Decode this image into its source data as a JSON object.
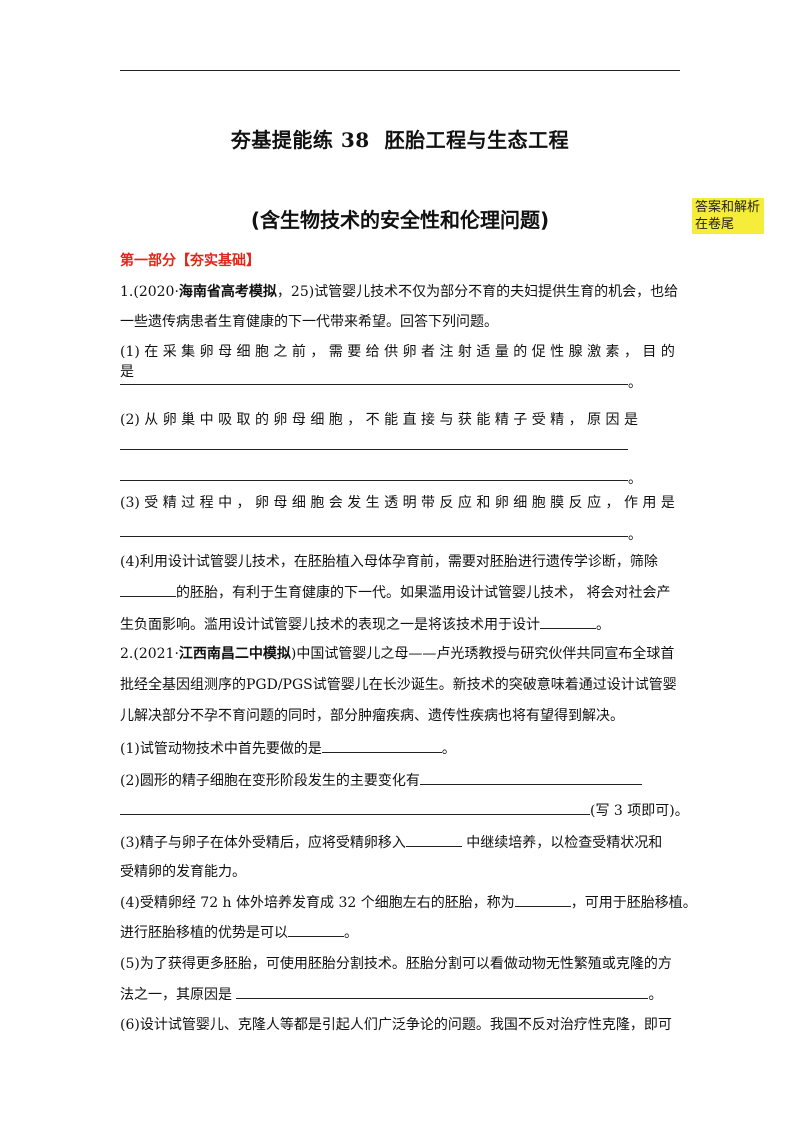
{
  "header": {
    "title_pre": "夯基提能练",
    "title_num": "38",
    "title_post": "胚胎工程与生态工程",
    "subtitle": "(含生物技术的安全性和伦理问题)",
    "side_note": "答案和解析在卷尾"
  },
  "section": "第一部分【夯实基础】",
  "q1": {
    "intro_a": "1.(2020·",
    "intro_src": "海南省高考模拟",
    "intro_b": "，25)试管婴儿技术不仅为部分不育的夫妇提供生育的机会，也给",
    "intro_2": "一些遗传病患者生育健康的下一代带来希望。回答下列问题。",
    "p1": "(1) 在 采 集 卵 母 细 胞 之 前 ， 需 要 给 供 卵 者 注 射 适 量 的 促 性 腺 激 素 ， 目 的 是",
    "p2": "(2) 从 卵 巢 中 吸 取 的 卵 母 细 胞 ， 不 能 直 接 与 获 能 精 子 受 精 ， 原 因 是",
    "p3": "(3) 受 精 过 程 中 ， 卵 母 细 胞 会 发 生 透 明 带 反 应 和 卵 细 胞 膜 反 应 ， 作 用 是",
    "p4_1": "(4)利用设计试管婴儿技术，在胚胎植入母体孕育前，需要对胚胎进行遗传学诊断，筛除",
    "p4_2": "的胚胎，有利于生育健康的下一代。如果滥用设计试管婴儿技术， 将会对社会产",
    "p4_3": "生负面影响。滥用设计试管婴儿技术的表现之一是将该技术用于设计",
    "period": "。"
  },
  "q2": {
    "intro_a": "2.(2021·",
    "intro_src": "江西南昌二中模拟",
    "intro_b": ")中国试管婴儿之母——卢光琇教授与研究伙伴共同宣布全球首",
    "intro_2": "批经全基因组测序的PGD/PGS试管婴儿在长沙诞生。新技术的突破意味着通过设计试管婴",
    "intro_3": "儿解决部分不孕不育问题的同时，部分肿瘤疾病、遗传性疾病也将有望得到解决。",
    "p1": "(1)试管动物技术中首先要做的是",
    "p2": "(2)圆形的精子细胞在变形阶段发生的主要变化有",
    "p2_tail": "(写 3 项即可)。",
    "p3_1a": "(3)精子与卵子在体外受精后，应将受精卵移入",
    "p3_1b": " 中继续培养，以检查受精状况和",
    "p3_2": "受精卵的发育能力。",
    "p4_1a": "(4)受精卵经 72 h 体外培养发育成 32 个细胞左右的胚胎，称为",
    "p4_1b": "，可用于胚胎移植。",
    "p4_2": "进行胚胎移植的优势是可以",
    "p5_1": "(5)为了获得更多胚胎，可使用胚胎分割技术。胚胎分割可以看做动物无性繁殖或克隆的方",
    "p5_2": "法之一，其原因是",
    "p6_1": "(6)设计试管婴儿、克隆人等都是引起人们广泛争论的问题。我国不反对治疗性克隆，即可"
  }
}
